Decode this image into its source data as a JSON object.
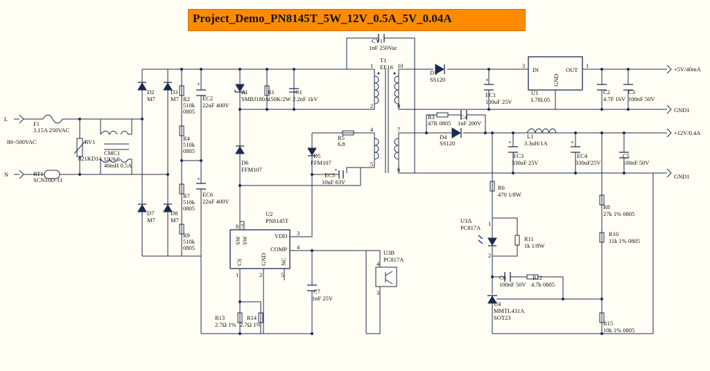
{
  "title": "Project_Demo_PN8145T_5W_12V_0.5A_5V_0.04A",
  "labels": {
    "L": "L",
    "N": "N",
    "vin": "80~500VAC",
    "F1": "F1",
    "F1v": "3.15A 250VAC",
    "RT1": "RT1",
    "RT1v": "SCN10D-11",
    "RV1": "RV1",
    "RV1v": "821KD14",
    "CMC1": "CMC1",
    "CMC1a": "UU9.8",
    "CMC1b": "40mH 0.5A",
    "D2": "D2",
    "D3": "D3",
    "D7": "D7",
    "D8": "D8",
    "M7": "M7",
    "R2": "R2",
    "R4": "R4",
    "R7": "R7",
    "R9": "R9",
    "r510k": "510k",
    "r0805": "0805",
    "EC2": "EC2",
    "EC2v": "22uF 400V",
    "EC6": "EC6",
    "EC6v": "22uF 400V",
    "Z1": "Z1",
    "Z1v": "SMBJ180A",
    "R1": "R1",
    "R1v": "150K/2W",
    "C1": "C1",
    "C1v": "2.2nF 1kV",
    "D6": "D6",
    "D6v": "FFM107",
    "D5": "D5",
    "D5v": "FFM107",
    "U2": "U2",
    "U2v": "PN8145T",
    "VDD": "VDD",
    "COMP": "COMP",
    "SW": "SW",
    "CS": "CS",
    "GND": "GND",
    "NC": "NC",
    "R13": "R13",
    "R13v": "2.7Ω 1%",
    "R14": "R14",
    "R14v": "2.7Ω 1%",
    "C7": "C7",
    "C7v": "1nF 25V",
    "U3B": "U3B",
    "U3Bv": "PC817A",
    "CY1": "CY1",
    "CY1v": "1nF 250Vac",
    "T1": "T1",
    "T1v": "EE16",
    "R5": "R5",
    "R5v": "6.8",
    "EC5": "EC5",
    "EC5v": "10uF 63V",
    "D1": "D1",
    "D1v": "SS120",
    "EC1": "EC1",
    "EC1v": "100uF 25V",
    "U1": "U1",
    "U1v": "L78L05",
    "IN": "IN",
    "OUT": "OUT",
    "C2": "C2",
    "C2v": "4.7F 16V",
    "C3": "C3",
    "C3v": "100nF 50V",
    "out5v": "+5V/40mA",
    "gnd1": "GND1",
    "out12v": "+12V/0.4A",
    "gnd1b": "GND1",
    "R3": "R3",
    "R3v": "47R 0805",
    "C4": "C4",
    "C4v": "1nF 200V",
    "D4": "D4",
    "D4v": "SS120",
    "L1": "L1",
    "L1v": "3.3uH/1A",
    "EC3": "EC3",
    "EC3v": "330uF 25V",
    "EC4": "EC4",
    "EC4v": "330uF25V",
    "C5": "C5",
    "C5v": "100nF 50V",
    "R6": "R6",
    "R6v": "470  1/8W",
    "U3A": "U3A",
    "U3Av": "PC817A",
    "R11": "R11",
    "R11v": "1k  1/8W",
    "C6": "C6",
    "C6v": "100nF 50V",
    "R12": "R12",
    "R12v": "4.7k 0805",
    "U4": "U4",
    "U4a": "MMTL431A",
    "U4b": "SOT23",
    "R8": "R8",
    "R8v": "27k  1%  0805",
    "R10": "R10",
    "R10v": "11k  1%  0805",
    "R15": "R15",
    "R15v": "10k  1%  0805",
    "p1": "1",
    "p2": "2",
    "p3": "3",
    "p4": "4",
    "p5": "5",
    "p6": "6",
    "p7": "7",
    "p8": "8",
    "p9": "9",
    "p10": "10",
    "plus": "+"
  }
}
